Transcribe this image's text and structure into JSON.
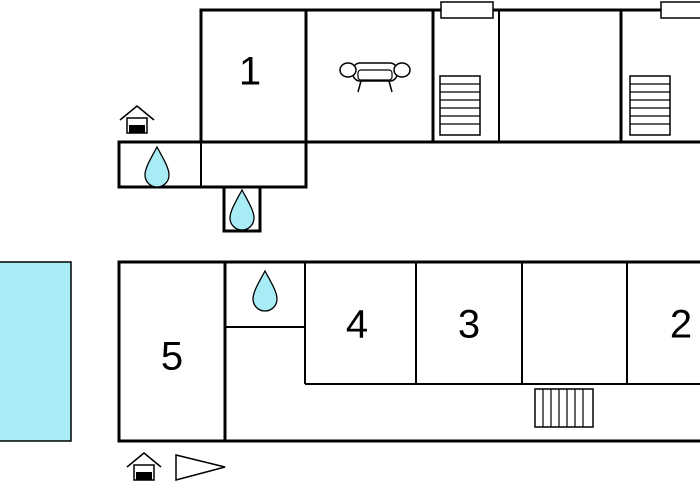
{
  "rooms": {
    "room_1": "1",
    "room_2": "2",
    "room_3": "3",
    "room_4": "4",
    "room_5": "5"
  },
  "icons": {
    "entrance": "house-entrance-icon",
    "bathroom": "water-drop-icon",
    "living_room": "sofa-icon",
    "stairs": "staircase-icon",
    "pool": "swimming-pool",
    "direction": "triangle-pointer-icon"
  },
  "colors": {
    "water": "#a8ecf5",
    "walls": "#000000",
    "background": "#ffffff"
  }
}
